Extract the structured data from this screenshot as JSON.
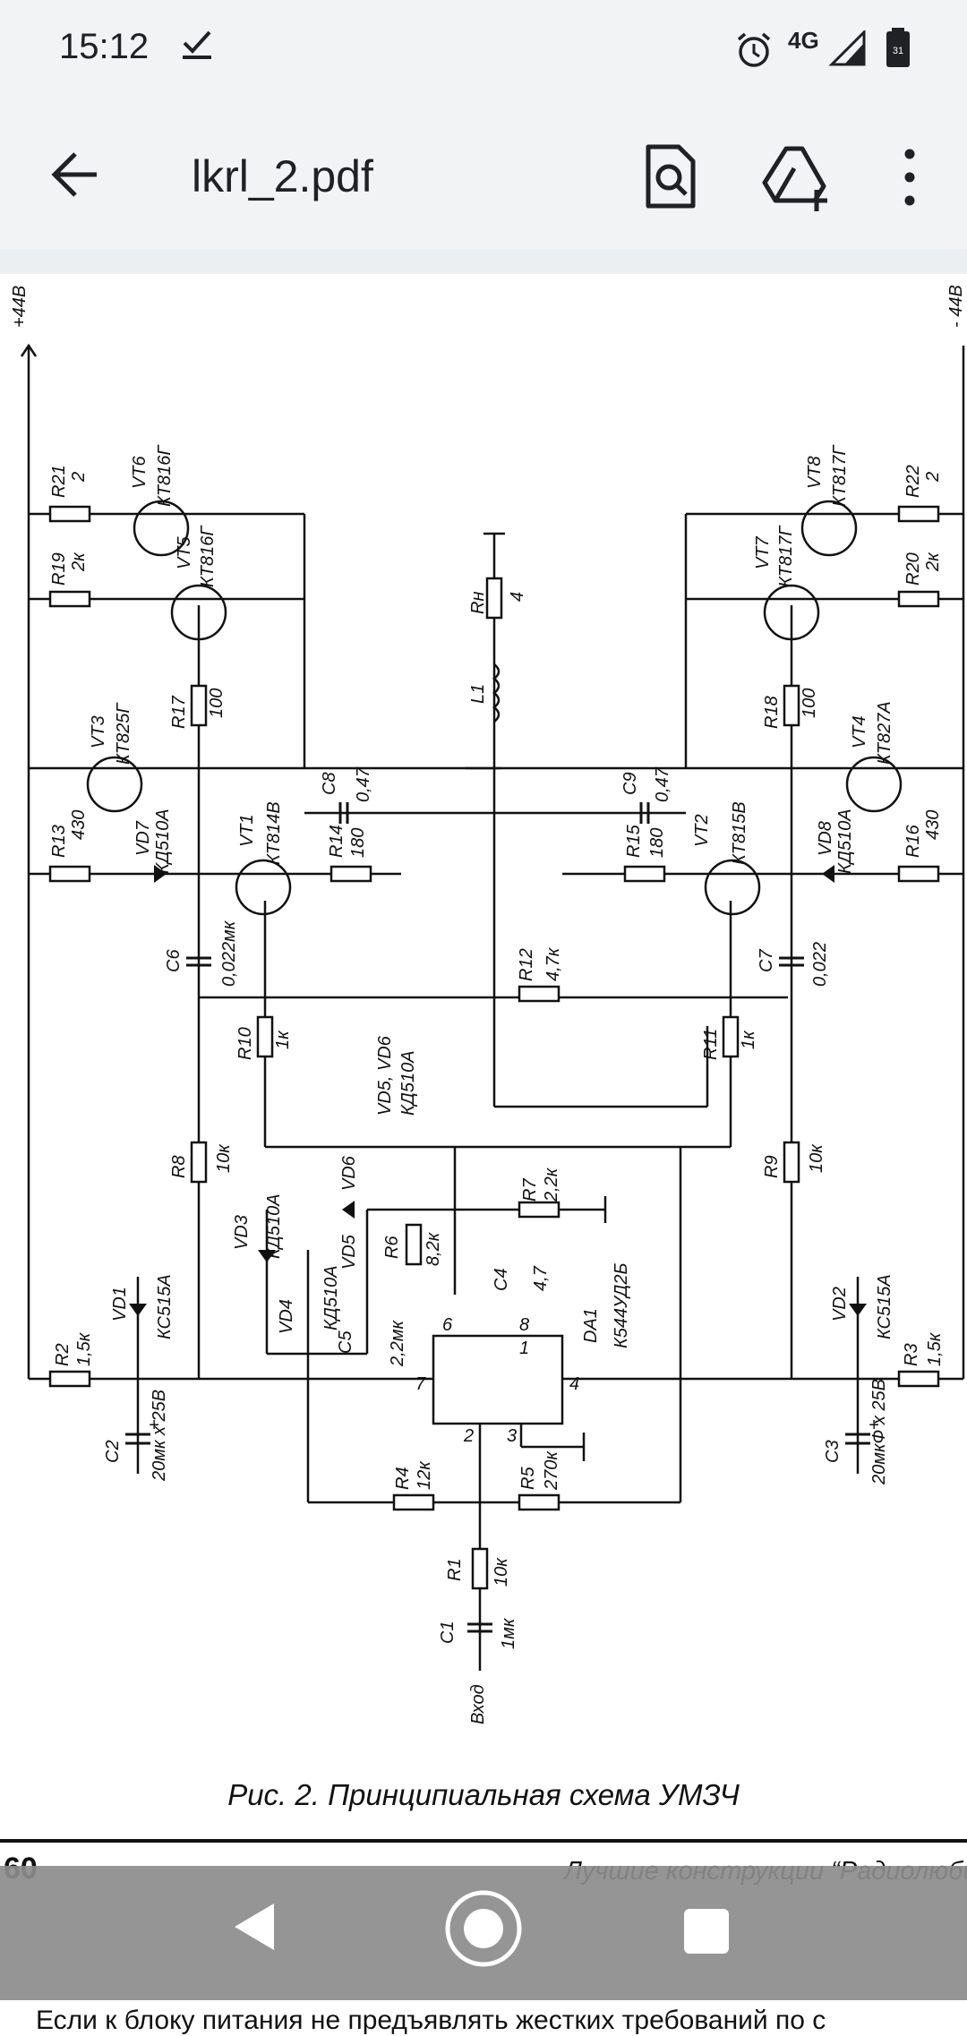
{
  "status": {
    "time": "15:12",
    "network": "4G",
    "battery_level": "31"
  },
  "appbar": {
    "title": "lkrl_2.pdf"
  },
  "schematic": {
    "labels": {
      "plus44_left": "+44В",
      "minus44_right": "- 44В",
      "R21": "R21",
      "R21v": "2",
      "R19": "R19",
      "R19v": "2к",
      "R22": "R22",
      "R22v": "2",
      "R20": "R20",
      "R20v": "2к",
      "VT6": "VT6",
      "VT6t": "КТ816Г",
      "VT5": "VT5",
      "VT5t": "КТ816Г",
      "VT8": "VT8",
      "VT8t": "КТ817Г",
      "VT7": "VT7",
      "VT7t": "КТ817Г",
      "Rn": "Rн",
      "Rnv": "4",
      "L1": "L1",
      "R17": "R17",
      "R17v": "100",
      "R18": "R18",
      "R18v": "100",
      "VT3": "VT3",
      "VT3t": "КТ825Г",
      "VT4": "VT4",
      "VT4t": "КТ827А",
      "R13": "R13",
      "R13v": "430",
      "R16": "R16",
      "R16v": "430",
      "VD7": "VD7",
      "VD7t": "КД510А",
      "VD8": "VD8",
      "VD8t": "КД510А",
      "VT1": "VT1",
      "VT1t": "КТ814В",
      "VT2": "VT2",
      "VT2t": "КТ815В",
      "C8": "C8",
      "C8v": "0,47",
      "C9": "C9",
      "C9v": "0,47",
      "R14": "R14",
      "R14v": "180",
      "R15": "R15",
      "R15v": "180",
      "C6": "C6",
      "C6v": "0,022мк",
      "C7": "C7",
      "C7v": "0,022",
      "R12": "R12",
      "R12v": "4,7к",
      "R10": "R10",
      "R10v": "1к",
      "R11": "R11",
      "R11v": "1к",
      "VD56": "VD5, VD6",
      "VD56t": "КД510А",
      "R8": "R8",
      "R8v": "10к",
      "R9": "R9",
      "R9v": "10к",
      "VD6": "VD6",
      "VD5": "VD5",
      "VD3": "VD3",
      "VD3t": "КД510А",
      "VD4": "VD4",
      "VD4t": "КД510А",
      "C5": "C5",
      "C5v": "2,2мк",
      "R7": "R7",
      "R7v": "2,2к",
      "R6": "R6",
      "R6v": "8,2к",
      "C4": "C4",
      "C4v": "4,7",
      "DA1": "DA1",
      "DA1t": "К544УД2Б",
      "VD1": "VD1",
      "VD1t": "КС515А",
      "VD2": "VD2",
      "VD2t": "КС515А",
      "R2": "R2",
      "R2v": "1,5к",
      "R3": "R3",
      "R3v": "1,5к",
      "C2": "C2",
      "C2v": "20мк х 25В",
      "C3": "C3",
      "C3v": "20мкФ х 25В",
      "R4": "R4",
      "R4v": "12к",
      "R5": "R5",
      "R5v": "270к",
      "R1": "R1",
      "R1v": "10к",
      "C1": "C1",
      "C1v": "1мк",
      "input": "Вход",
      "pin6": "6",
      "pin8": "8",
      "pin1": "1",
      "pin7": "7",
      "pin4": "4",
      "pin2": "2",
      "pin3": "3",
      "plus": "+"
    },
    "caption": "Рис. 2. Принципиальная схема УМЗЧ"
  },
  "footer": {
    "page_number": "60",
    "text": "Лучшие конструкции “Радиолюби"
  },
  "below_text": "Если к блоку питания не предъявлять жестких требований по с",
  "colors": {
    "appbar_bg": "#f1f3f4",
    "navbar_bg": "#8c8c8c",
    "ink": "#111111"
  }
}
